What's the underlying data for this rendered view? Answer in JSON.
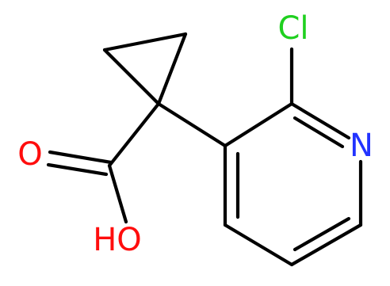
{
  "molecule": {
    "atoms": {
      "chlorine": {
        "label": "Cl",
        "color": "#1fd01f"
      },
      "nitrogen": {
        "label": "N",
        "color": "#2233ff"
      },
      "carbonyl_oxygen": {
        "label": "O",
        "color": "#ff0d0d"
      },
      "hydroxyl": {
        "label": "HO",
        "color": "#ff0d0d"
      }
    },
    "bond_color": "#000000",
    "background": "#ffffff"
  }
}
